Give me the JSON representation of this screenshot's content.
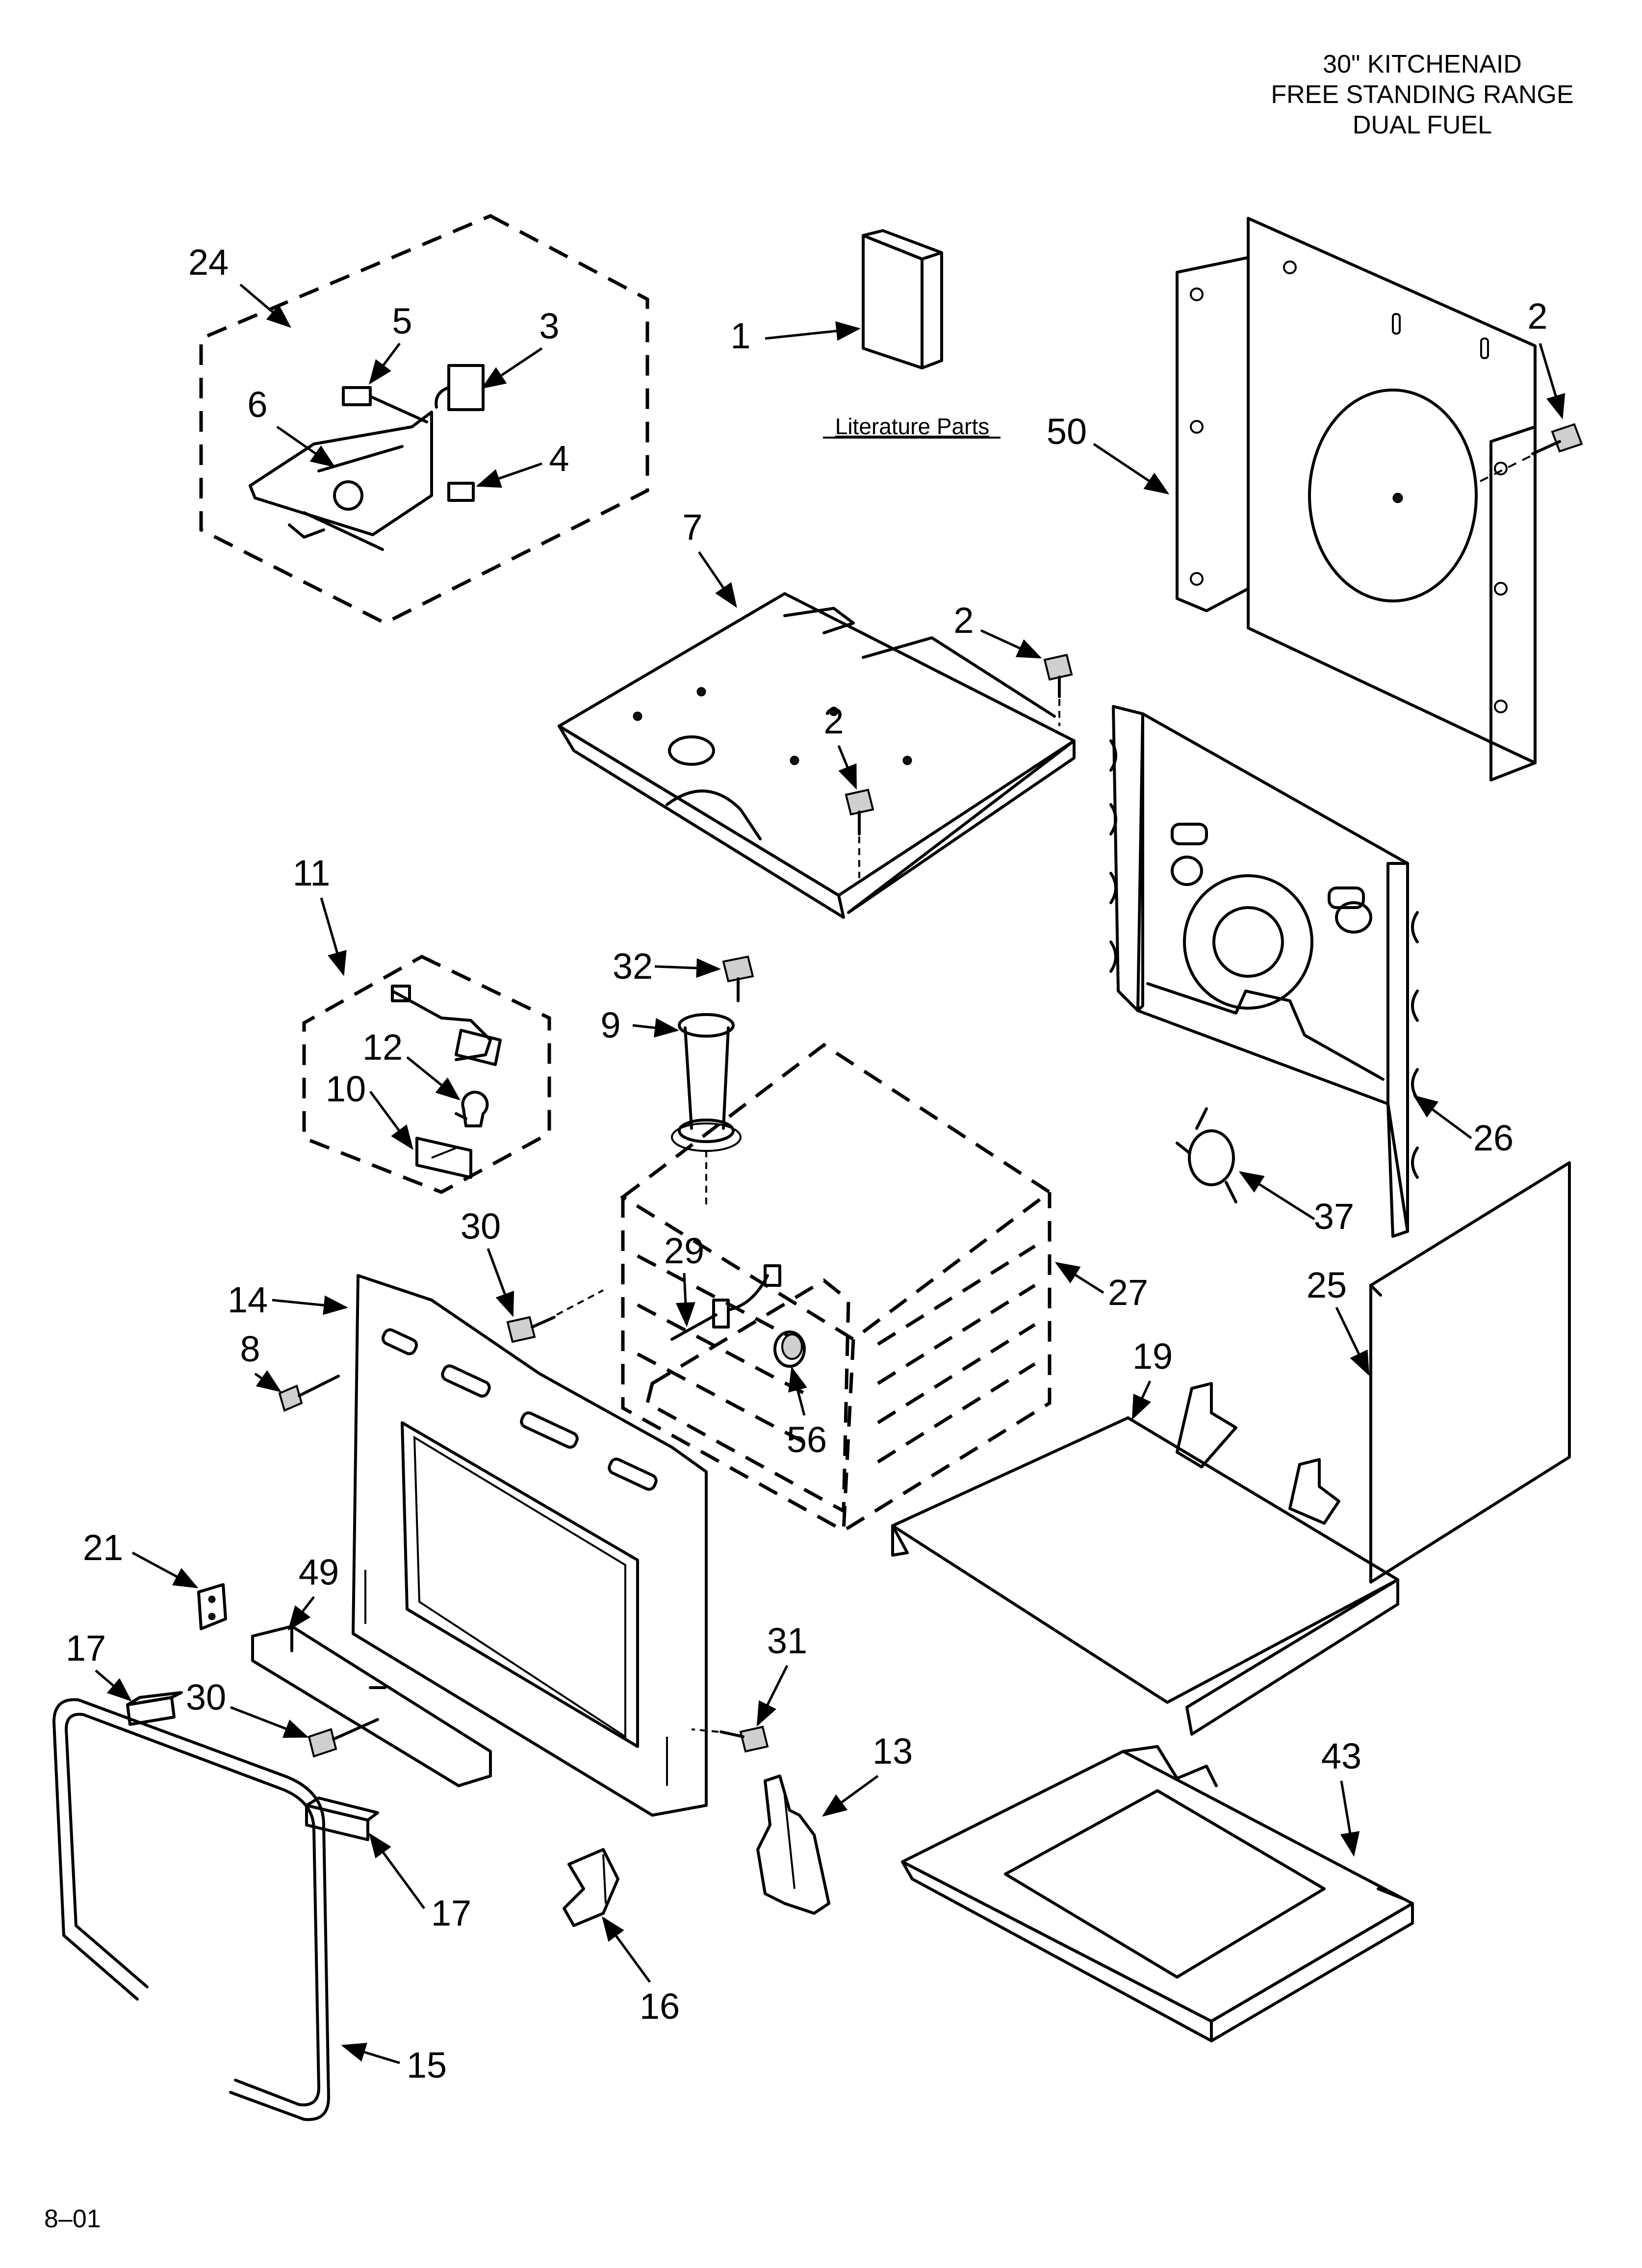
{
  "header": {
    "line1": "30\" KITCHENAID",
    "line2": "FREE STANDING RANGE",
    "line3": "DUAL FUEL"
  },
  "literature_label": "Literature Parts",
  "footer_code": "8–01",
  "callouts": {
    "c1": "1",
    "c2a": "2",
    "c2b": "2",
    "c2c": "2",
    "c3": "3",
    "c4": "4",
    "c5": "5",
    "c6": "6",
    "c7": "7",
    "c8": "8",
    "c9": "9",
    "c10": "10",
    "c11": "11",
    "c12": "12",
    "c13": "13",
    "c14": "14",
    "c15": "15",
    "c16": "16",
    "c17a": "17",
    "c17b": "17",
    "c19": "19",
    "c21": "21",
    "c24": "24",
    "c25": "25",
    "c26": "26",
    "c27": "27",
    "c29": "29",
    "c30a": "30",
    "c30b": "30",
    "c31": "31",
    "c32": "32",
    "c37": "37",
    "c43": "43",
    "c49": "49",
    "c50": "50",
    "c56": "56"
  }
}
